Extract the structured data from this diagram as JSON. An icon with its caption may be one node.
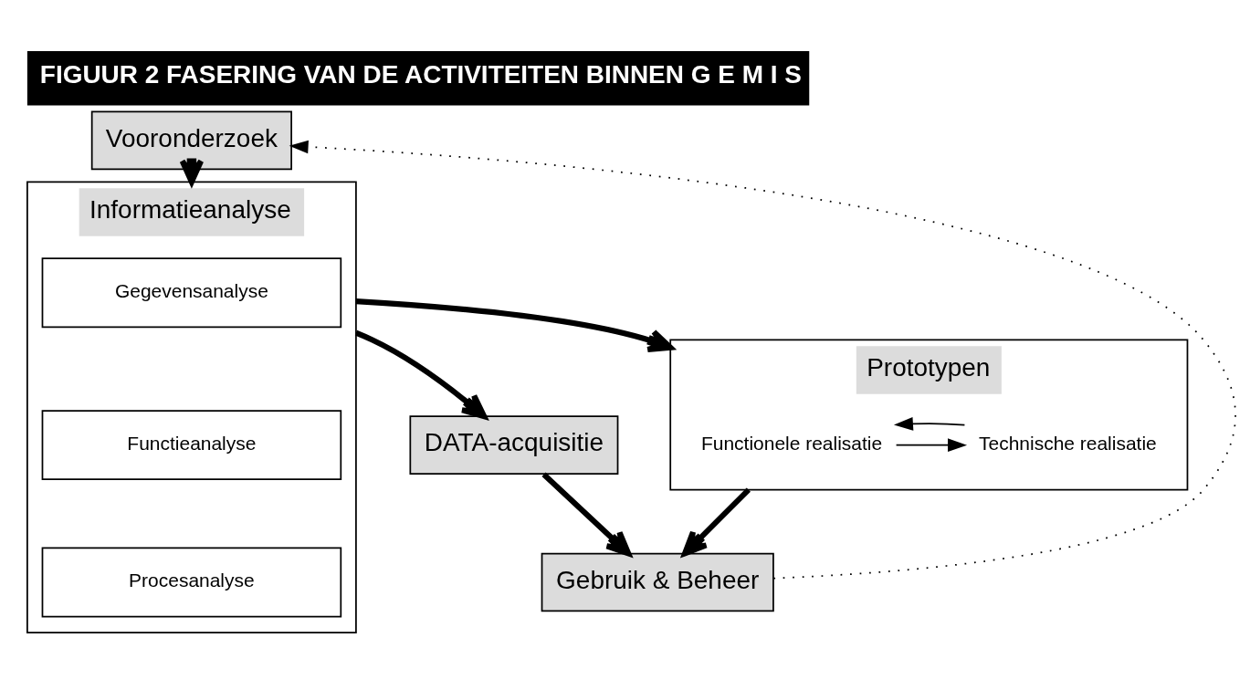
{
  "diagram": {
    "title": "FIGUUR 2 FASERING VAN DE ACTIVITEITEN BINNEN G E M I S",
    "nodes": [
      {
        "text": [
          "Vooronderzoek"
        ]
      },
      {
        "text": [
          "Informatieanalyse"
        ]
      },
      {
        "text": [
          "Gegevensanalyse"
        ],
        "in": 1
      },
      {
        "text": [
          "Functieanalyse"
        ],
        "in": 1
      },
      {
        "text": [
          "Procesanalyse"
        ],
        "in": 1
      },
      {
        "text": [
          "DATA-acquisitie"
        ]
      },
      {
        "text": [
          "Prototypen"
        ]
      },
      {
        "text": [
          "Functionele realisatie"
        ],
        "in": 6
      },
      {
        "text": [
          "Technische realisatie"
        ],
        "in": 6
      },
      {
        "text": [
          "Gebruik & Beheer"
        ]
      }
    ],
    "edges": [
      {
        "from": 0,
        "to": 1,
        "arrow": "to"
      },
      {
        "from": 1,
        "to": 5,
        "arrow": "to"
      },
      {
        "from": 1,
        "to": 6,
        "arrow": "to"
      },
      {
        "from": 7,
        "to": 8,
        "arrow": "to"
      },
      {
        "from": 8,
        "to": 7,
        "arrow": "to"
      },
      {
        "from": 5,
        "to": 9,
        "arrow": "to"
      },
      {
        "from": 6,
        "to": 9,
        "arrow": "to"
      },
      {
        "from": 9,
        "to": 0,
        "arrow": "to",
        "style": "dashed"
      }
    ]
  }
}
